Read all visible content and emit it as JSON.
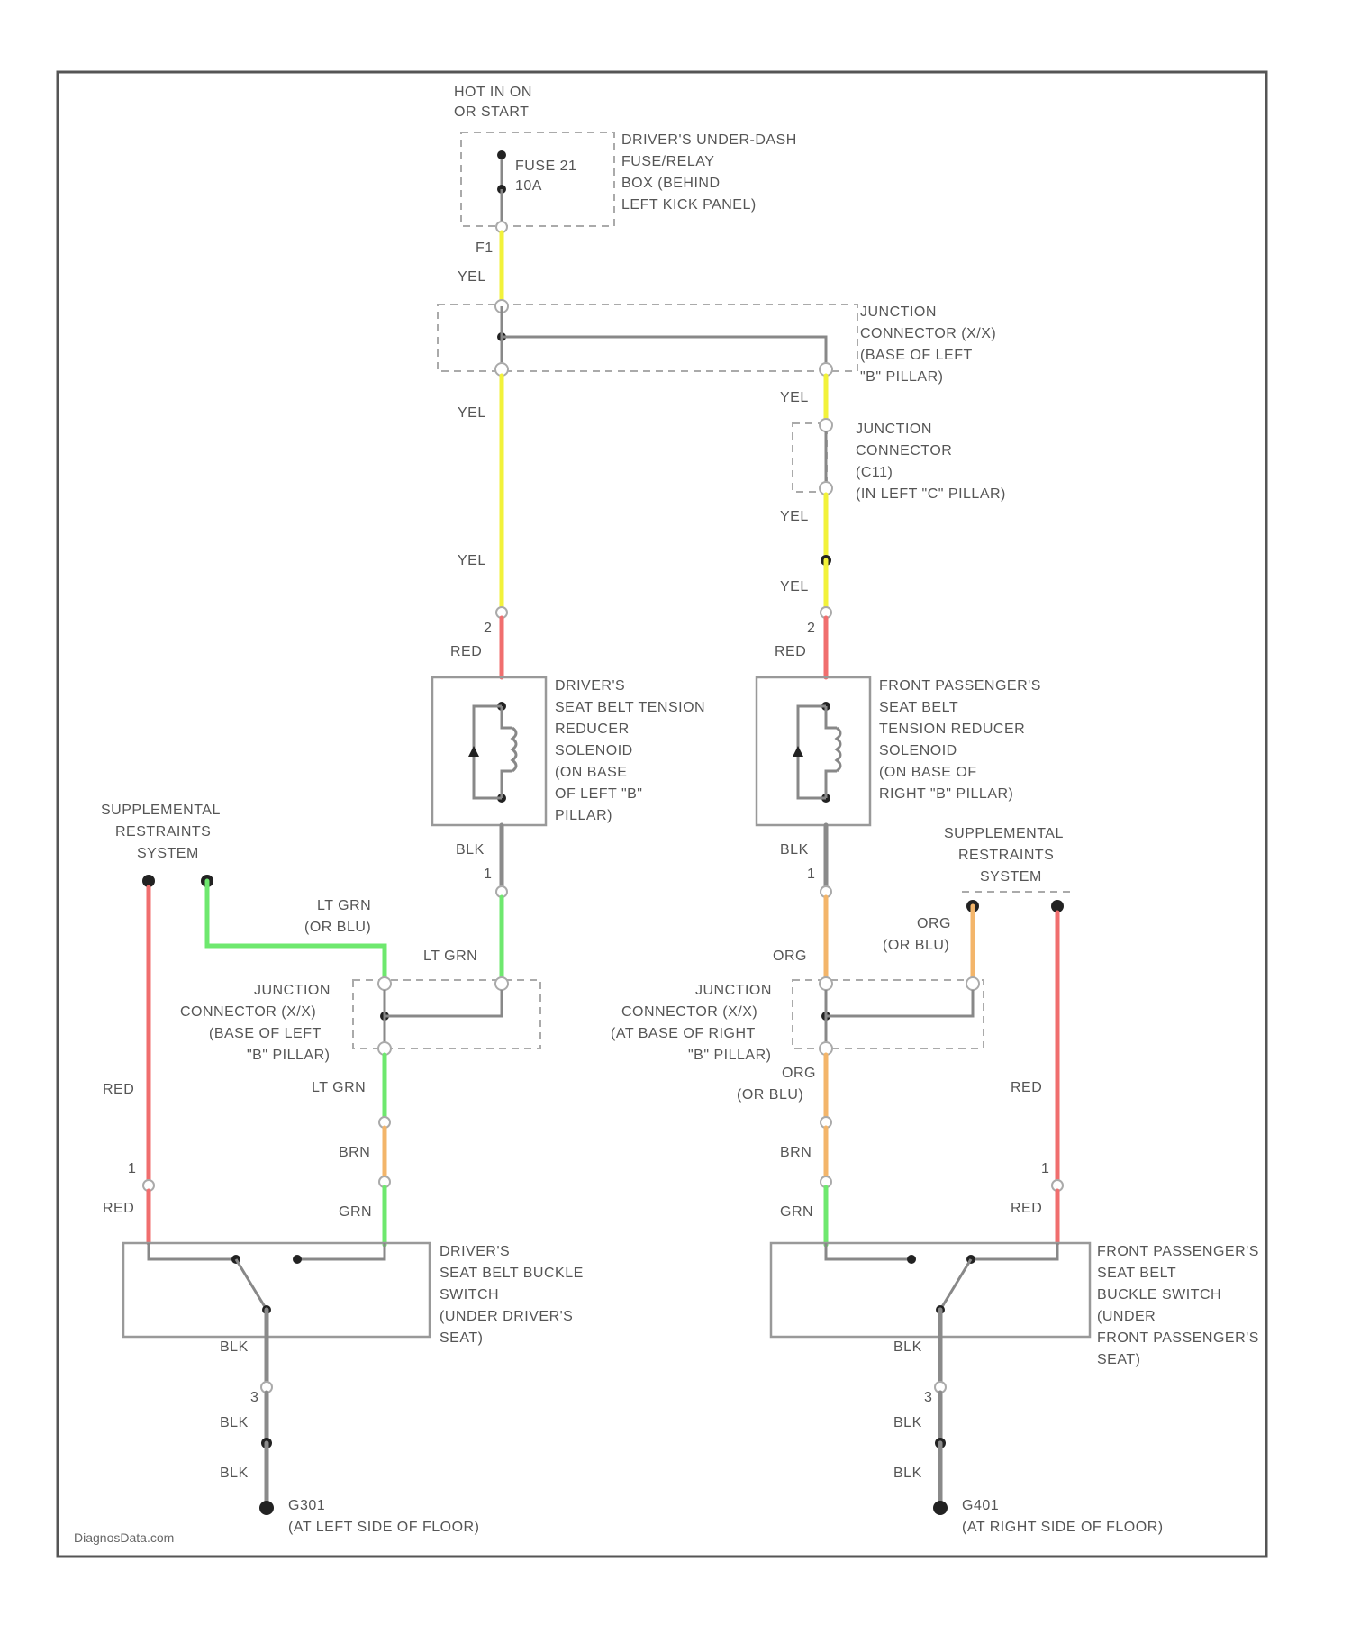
{
  "colors": {
    "yel": "#f2f23a",
    "red": "#f06e6e",
    "ltgrn": "#6ee86e",
    "org": "#f3b56a",
    "blk": "#8a8a8a",
    "frame": "#555555"
  },
  "power": {
    "source": [
      "HOT IN ON",
      "OR START"
    ],
    "fuse": [
      "FUSE 21",
      "10A"
    ],
    "box": [
      "DRIVER'S UNDER-DASH",
      "FUSE/RELAY",
      "BOX (BEHIND",
      "LEFT KICK PANEL)"
    ],
    "pin": "F1"
  },
  "jc_top": [
    "JUNCTION",
    "CONNECTOR (X/X)",
    "(BASE OF LEFT",
    "\"B\" PILLAR)"
  ],
  "jc_c11": [
    "JUNCTION",
    "CONNECTOR",
    "(C11)",
    "(IN LEFT \"C\" PILLAR)"
  ],
  "driver_solenoid": [
    "DRIVER'S",
    "SEAT BELT TENSION",
    "REDUCER",
    "SOLENOID",
    "(ON BASE",
    "OF LEFT \"B\"",
    "PILLAR)"
  ],
  "passenger_solenoid": [
    "FRONT PASSENGER'S",
    "SEAT BELT",
    "TENSION REDUCER",
    "SOLENOID",
    "(ON BASE OF",
    "RIGHT \"B\" PILLAR)"
  ],
  "srs_left": [
    "SUPPLEMENTAL",
    "RESTRAINTS",
    "SYSTEM"
  ],
  "srs_right": [
    "SUPPLEMENTAL",
    "RESTRAINTS",
    "SYSTEM"
  ],
  "jc_left": [
    "JUNCTION",
    "CONNECTOR (X/X)",
    "(BASE OF LEFT",
    "\"B\" PILLAR)"
  ],
  "jc_right": [
    "JUNCTION",
    "CONNECTOR (X/X)",
    "(AT BASE OF RIGHT",
    "\"B\" PILLAR)"
  ],
  "driver_switch": [
    "DRIVER'S",
    "SEAT BELT BUCKLE",
    "SWITCH",
    "(UNDER DRIVER'S",
    "SEAT)"
  ],
  "passenger_switch": [
    "FRONT PASSENGER'S",
    "SEAT BELT",
    "BUCKLE SWITCH",
    "(UNDER",
    "FRONT PASSENGER'S",
    "SEAT)"
  ],
  "ground_left": [
    "G301",
    "(AT LEFT SIDE OF FLOOR)"
  ],
  "ground_right": [
    "G401",
    "(AT RIGHT SIDE OF FLOOR)"
  ],
  "wire_labels": {
    "yel": "YEL",
    "red": "RED",
    "blk": "BLK",
    "ltgrn": "LT GRN",
    "ltgrn_orblu": [
      "LT GRN",
      "(OR BLU)"
    ],
    "org": "ORG",
    "org_orblu": [
      "ORG",
      "(OR BLU)"
    ],
    "brn": "BRN",
    "grn": "GRN"
  },
  "pin_labels": {
    "one": "1",
    "two": "2",
    "three": "3"
  },
  "watermark": "DiagnosData.com"
}
